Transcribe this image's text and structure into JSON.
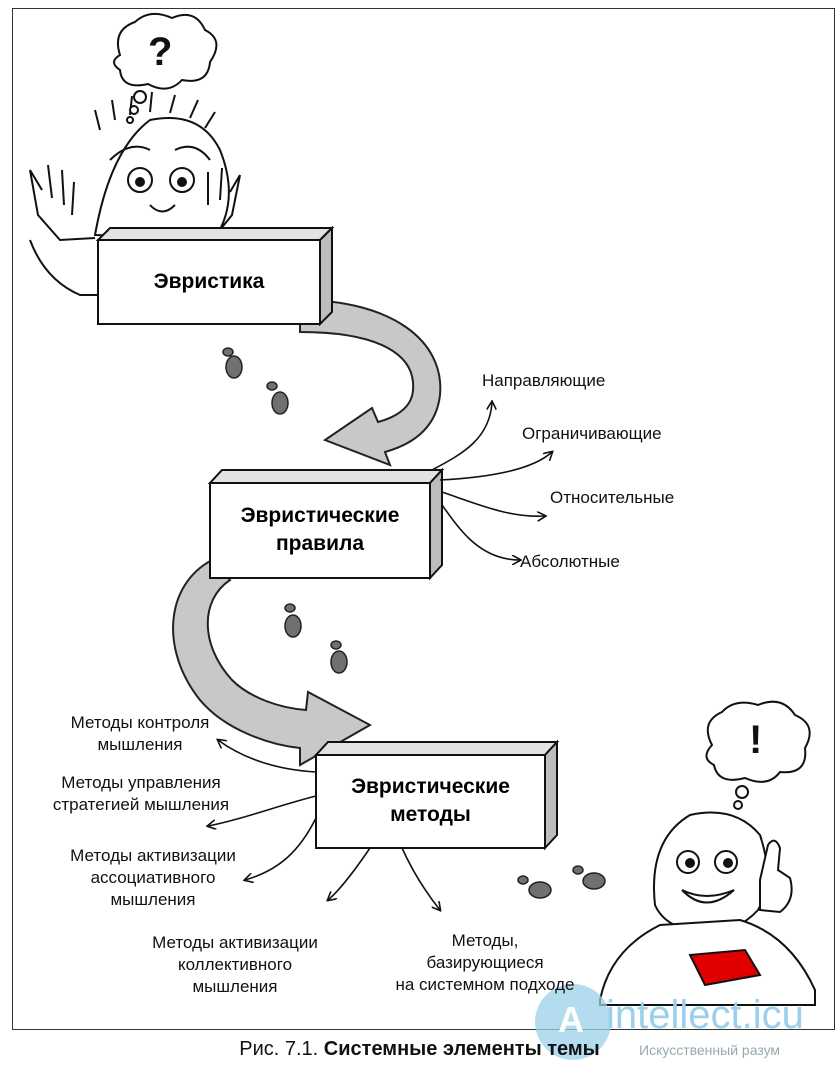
{
  "boxes": {
    "heuristics": "Эвристика",
    "rules": "Эвристические\nправила",
    "methods": "Эвристические\nметоды"
  },
  "rule_types": [
    "Направляющие",
    "Ограничивающие",
    "Относительные",
    "Абсолютные"
  ],
  "method_types": {
    "control": "Методы контроля\nмышления",
    "strategy": "Методы управления\nстратегией мышления",
    "associative": "Методы активизации\nассоциативного\nмышления",
    "collective": "Методы активизации\nколлективного\nмышления",
    "system": "Методы,\nбазирующиеся\nна системном подходе"
  },
  "thought_bubbles": {
    "top": "?",
    "bottom": "!"
  },
  "caption": {
    "prefix": "Рис. 7.1.",
    "text": "Системные элементы темы"
  },
  "watermark": {
    "logo_letter": "A",
    "text": "intellect.icu",
    "subtitle": "Искусственный разум"
  },
  "colors": {
    "arrow_fill": "#c8c8c8",
    "box_front": "#ffffff",
    "box_side": "#bdbdbd",
    "box_top": "#e2e2e2",
    "desk_red": "#e00000",
    "footprint": "#707070",
    "watermark": "#9bd0ea"
  }
}
